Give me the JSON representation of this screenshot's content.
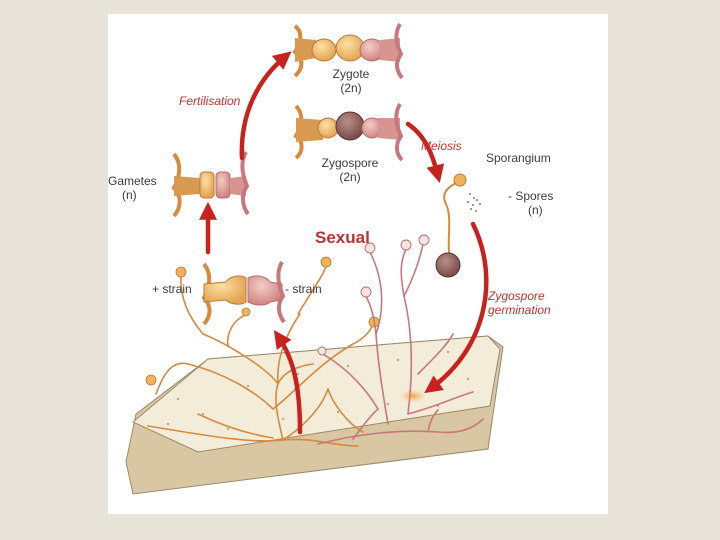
{
  "labels": {
    "zygote": "Zygote",
    "zygote_ploidy": "(2n)",
    "fertilisation": "Fertilisation",
    "zygospore": "Zygospore",
    "zygospore_ploidy": "(2n)",
    "meiosis": "Meiosis",
    "sporangium": "Sporangium",
    "gametes": "Gametes",
    "gametes_ploidy": "(n)",
    "spores": "- Spores",
    "spores_ploidy": "(n)",
    "sexual": "Sexual",
    "plus_strain": "+ strain",
    "minus_strain": "- strain",
    "zygospore_germination_1": "Zygospore",
    "zygospore_germination_2": "germination"
  },
  "colors": {
    "arrow": "#c8221e",
    "label_red": "#c0312e",
    "label_dark": "#3c3c3c",
    "plus_strain_hypha": "#d68a3c",
    "minus_strain_hypha": "#c9777a",
    "substrate": "#f3ecd9",
    "zygospore": "#8b5a58",
    "background": "#e8e4da"
  }
}
